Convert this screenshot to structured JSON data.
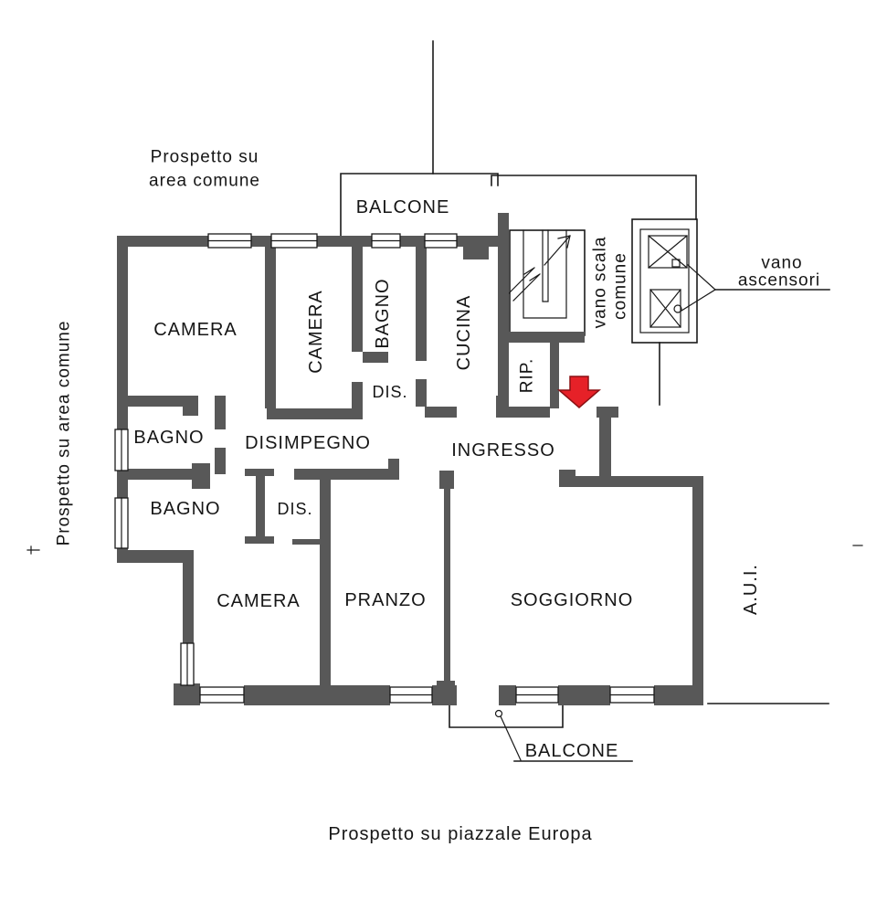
{
  "document": {
    "type": "apartment floor plan",
    "colors": {
      "wall": "#585858",
      "line": "#1a1a1a",
      "arrow_red": "#e62128",
      "arrow_outline": "#8b1114",
      "background": "#ffffff"
    },
    "labels": {
      "p_top1": "Prospetto su",
      "p_top2": "area comune",
      "p_left": "Prospetto su area comune",
      "p_bottom": "Prospetto su piazzale Europa",
      "balcone_top": "BALCONE",
      "balcone_bottom": "BALCONE",
      "camera_nw": "CAMERA",
      "camera_n": "CAMERA",
      "bagno_n": "BAGNO",
      "cucina": "CUCINA",
      "dis_n": "DIS.",
      "rip": "RIP.",
      "vano_scala1": "vano scala",
      "vano_scala2": "comune",
      "vano_asc1": "vano",
      "vano_asc2": "ascensori",
      "ingresso": "INGRESSO",
      "disimpegno": "DISIMPEGNO",
      "bagno_w": "BAGNO",
      "bagno_sw": "BAGNO",
      "dis_s": "DIS.",
      "camera_s": "CAMERA",
      "pranzo": "PRANZO",
      "soggiorno": "SOGGIORNO",
      "aui": "A.U.I."
    },
    "rooms": [
      {
        "name": "CAMERA (nord-ovest)"
      },
      {
        "name": "CAMERA (nord)"
      },
      {
        "name": "BAGNO (nord)"
      },
      {
        "name": "CUCINA"
      },
      {
        "name": "DIS. (nord)"
      },
      {
        "name": "RIP."
      },
      {
        "name": "BAGNO (ovest)"
      },
      {
        "name": "DISIMPEGNO"
      },
      {
        "name": "INGRESSO"
      },
      {
        "name": "BAGNO (sud-ovest)"
      },
      {
        "name": "DIS. (sud)"
      },
      {
        "name": "CAMERA (sud)"
      },
      {
        "name": "PRANZO"
      },
      {
        "name": "SOGGIORNO"
      },
      {
        "name": "BALCONE (nord)"
      },
      {
        "name": "BALCONE (sud)"
      },
      {
        "name": "vano scala comune"
      },
      {
        "name": "vano ascensori"
      }
    ]
  }
}
